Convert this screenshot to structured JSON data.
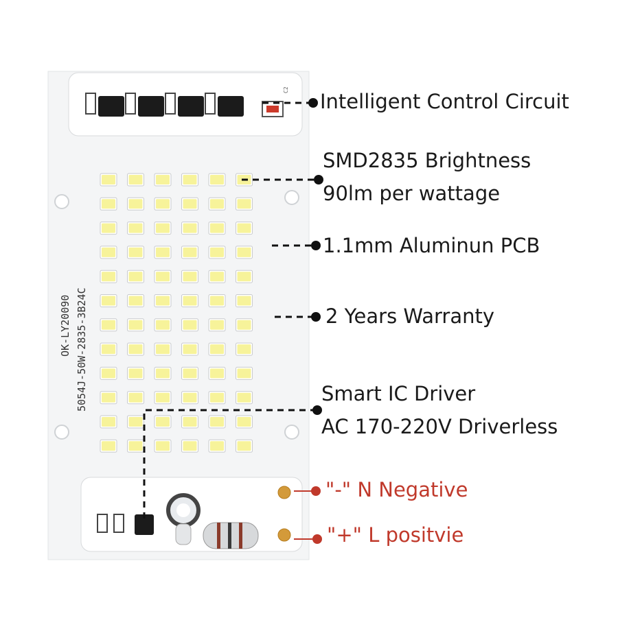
{
  "board": {
    "silkscreen_line1": "OK-LY20090",
    "silkscreen_line2": "5054J-50W-2835-3B24C",
    "capacitor_label": "C2",
    "led_columns": 6,
    "led_rows": 12
  },
  "callouts": {
    "intelligent_control": "Intelligent Control Circuit",
    "smd_line1": "SMD2835 Brightness",
    "smd_line2": "90lm per wattage",
    "pcb": "1.1mm Aluminun PCB",
    "warranty": "2 Years Warranty",
    "driver_line1": "Smart IC Driver",
    "driver_line2": "AC 170-220V Driverless",
    "negative": "\"-\" N  Negative",
    "positive": "\"+\" L positvie"
  },
  "colors": {
    "board": "#f4f5f6",
    "led_yellow": "#f7f39a",
    "callout_dot": "#111111",
    "terminal_dot": "#c0392b",
    "terminal_pad": "#d39a3a"
  }
}
